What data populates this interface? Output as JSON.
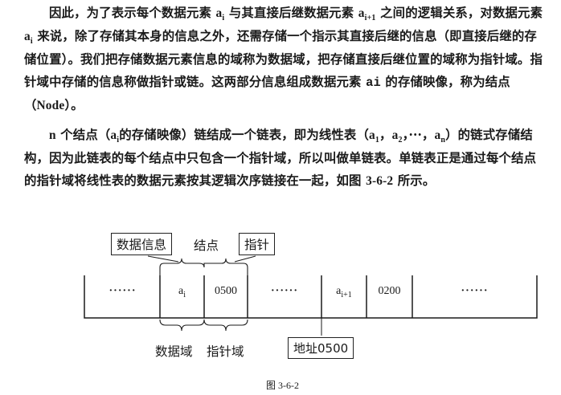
{
  "paragraph1": {
    "s1": "因此，为了表示每个数据元素",
    "ai": "a",
    "ai_sub": "i",
    "s2": "与其直接后继数据元素",
    "ai1": "a",
    "ai1_sub": "i+1",
    "s3": "之间的逻辑关系，对数据元素",
    "ai2": "a",
    "ai2_sub": "i",
    "s4": "来说，除了存储其本身的信息之外，还需存储一个指示其直接后继的信息（即直接后继的存储位置）。我们把存储数据元素信息的域称为数据域，把存储直接后继位置的域称为指针域。指针域中存储的信息称做指针或链。这两部分信息组成数据元素",
    "ai3": "ai",
    "s5": "的存储映像，称为结点（",
    "node": "Node",
    "s6": "）。"
  },
  "paragraph2": {
    "n": "n",
    "s1": "个结点（",
    "ai": "a",
    "ai_sub": "i",
    "s2": "的存储映像）链结成一个链表，即为线性表（",
    "a1": "a",
    "a1_sub": "1",
    "comma1": "，",
    "a2": "a",
    "a2_sub": "2",
    "comma2": "，···，",
    "an": "a",
    "an_sub": "n",
    "s3": "）的链式存储结构，因为此链表的每个结点中只包含一个指针域，所以叫做单链表。单链表正是通过每个结点的指针域将线性表的数据元素按其逻辑次序链接在一起，如图",
    "figref": "3-6-2",
    "s4": "所示。"
  },
  "figure": {
    "data_info": "数据信息",
    "node": "结点",
    "pointer": "指针",
    "cell1": "······",
    "cell2": "a",
    "cell2_sub": "i",
    "cell3": "0500",
    "cell4": "······",
    "cell5": "a",
    "cell5_sub": "i+1",
    "cell6": "0200",
    "cell7": "······",
    "data_field": "数据域",
    "pointer_field": "指针域",
    "address": "地址0500",
    "caption": "图 3-6-2"
  }
}
